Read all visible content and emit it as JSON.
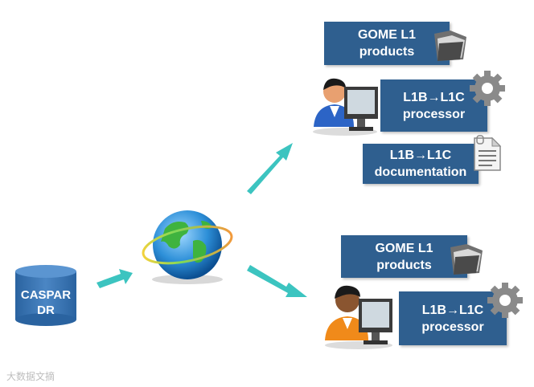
{
  "source": {
    "line1": "CASPAR",
    "line2": "DR"
  },
  "top_group": {
    "products": {
      "line1": "GOME L1",
      "line2": "products",
      "icon": "folder-icon"
    },
    "processor": {
      "line1": "L1B→L1C",
      "line2": "processor",
      "icon": "gear-icon"
    },
    "documentation": {
      "line1": "L1B→L1C",
      "line2": "documentation",
      "icon": "document-icon"
    },
    "user": "user-at-computer-icon"
  },
  "bottom_group": {
    "products": {
      "line1": "GOME L1",
      "line2": "products",
      "icon": "folder-icon"
    },
    "processor": {
      "line1": "L1B→L1C",
      "line2": "processor",
      "icon": "gear-icon"
    },
    "user": "user-at-computer-icon"
  },
  "watermark": "大数据文摘",
  "colors": {
    "box": "#2f5f8f",
    "arrow": "#3cc4c0",
    "cylinder": "#2f6aa8"
  }
}
